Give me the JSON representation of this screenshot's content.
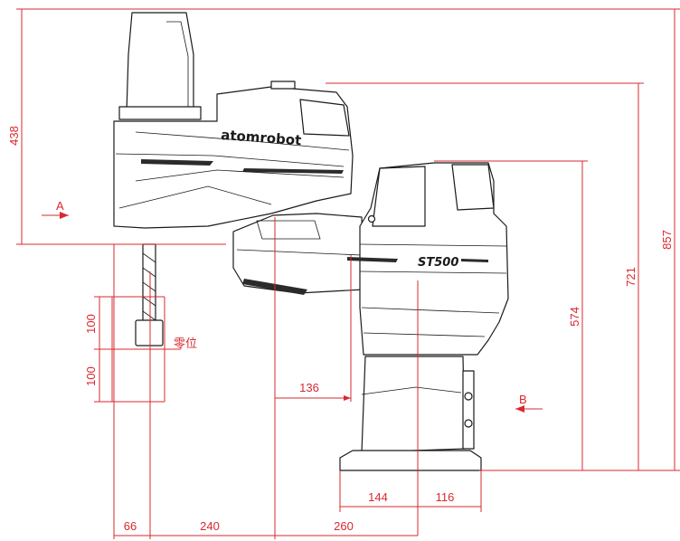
{
  "model_label": "ST500",
  "brand_label": "atomrobot",
  "zero_label": "零位",
  "section_labels": {
    "a": "A",
    "b": "B"
  },
  "dimensions": {
    "height_438": "438",
    "height_857": "857",
    "height_721": "721",
    "height_574": "574",
    "stroke_upper": "100",
    "stroke_lower": "100",
    "offset_136": "136",
    "base_144": "144",
    "base_116": "116",
    "arm_66": "66",
    "arm_240": "240",
    "arm_260": "260"
  },
  "colors": {
    "dimension": "#d9282f",
    "outline": "#1a1a1a"
  }
}
